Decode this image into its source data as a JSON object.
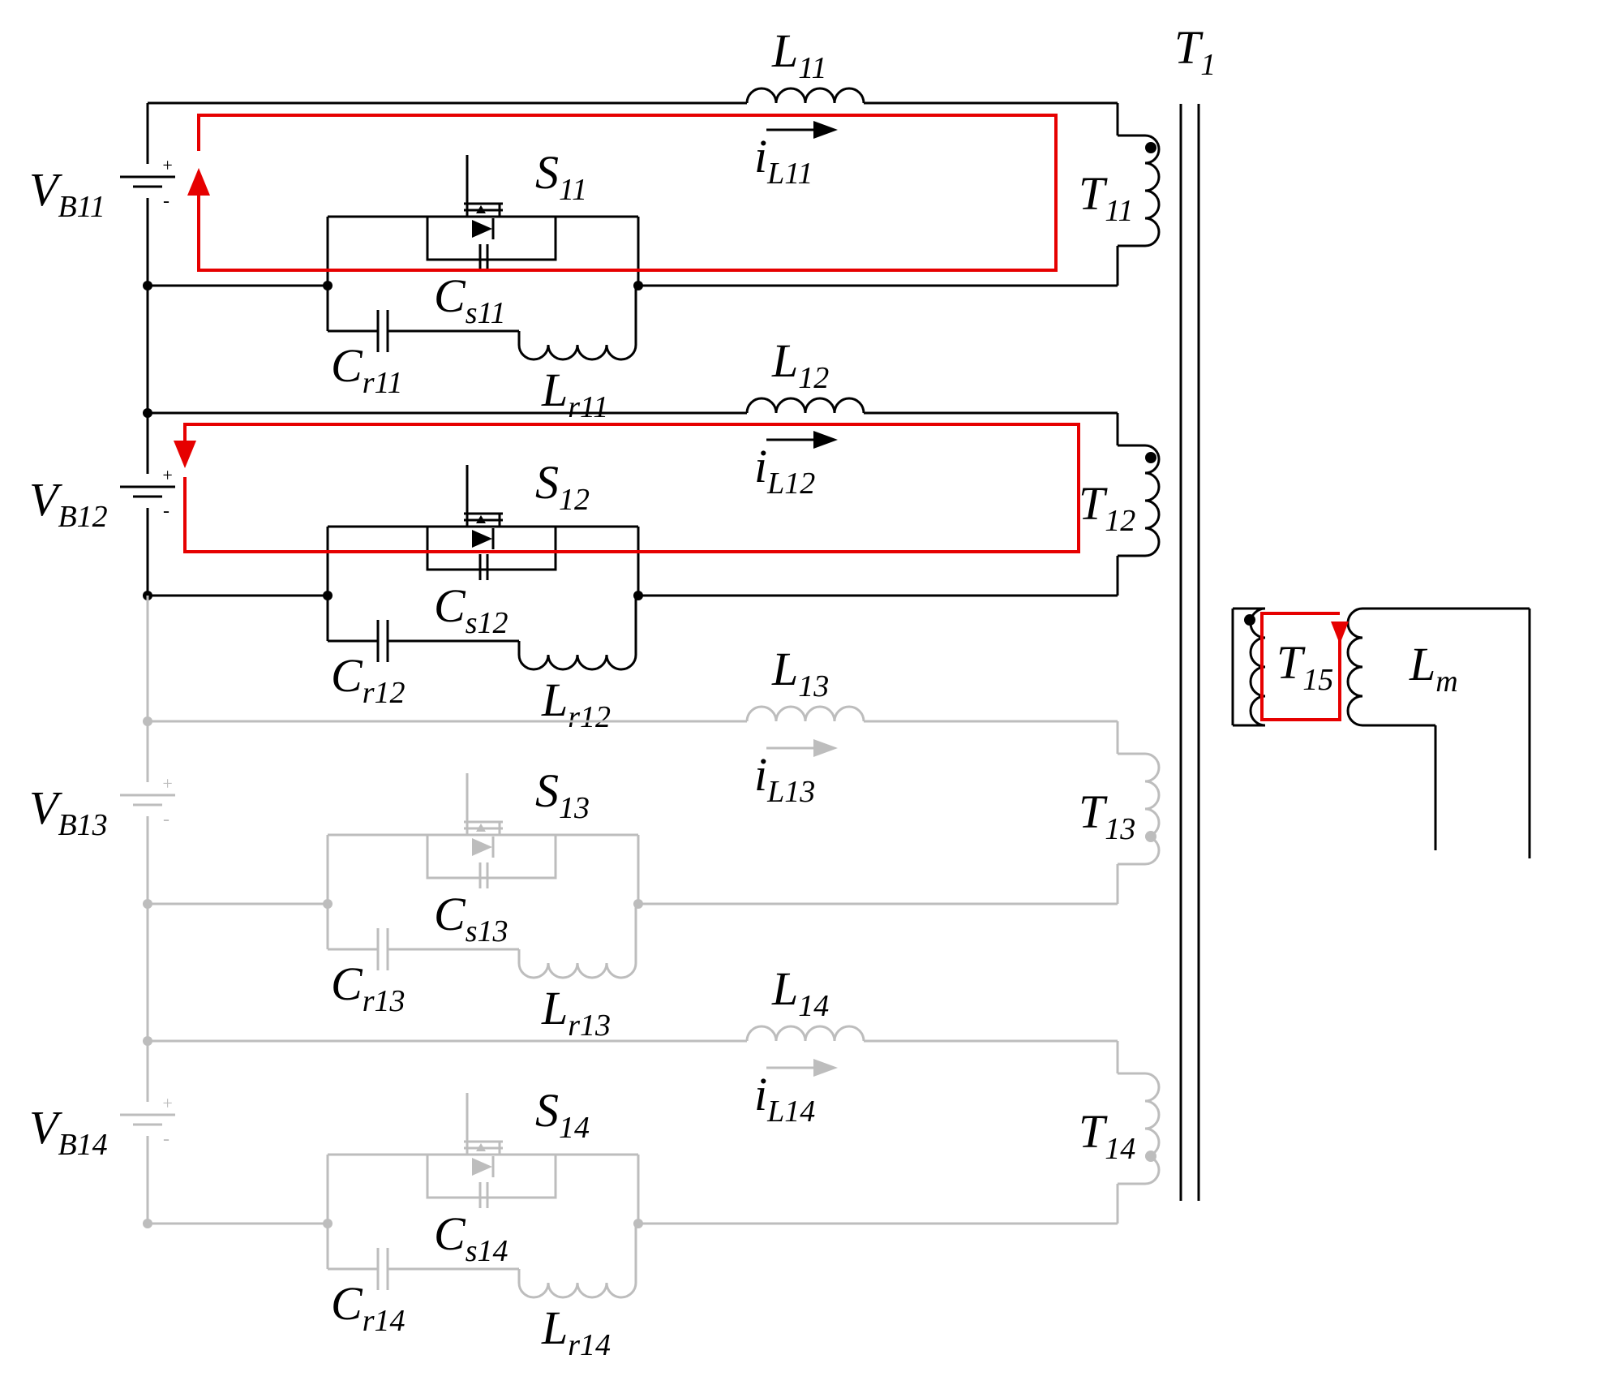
{
  "diagram": {
    "colors": {
      "active": "#000000",
      "inactive": "#bdbdbd",
      "current_path": "#e60000"
    },
    "labels": {
      "T1": {
        "base": "T",
        "sub": "1"
      },
      "Lm": {
        "base": "L",
        "sub": "m"
      },
      "T15": {
        "base": "T",
        "sub": "15"
      }
    },
    "cells": [
      {
        "id": "11",
        "active": true,
        "VB": {
          "base": "V",
          "sub": "B11"
        },
        "L": {
          "base": "L",
          "sub": "11"
        },
        "iL": {
          "base": "i",
          "sub": "L11"
        },
        "S": {
          "base": "S",
          "sub": "11"
        },
        "T": {
          "base": "T",
          "sub": "11"
        },
        "Cs": {
          "base": "C",
          "sub": "s11"
        },
        "Cr": {
          "base": "C",
          "sub": "r11"
        },
        "Lr": {
          "base": "L",
          "sub": "r11"
        }
      },
      {
        "id": "12",
        "active": true,
        "VB": {
          "base": "V",
          "sub": "B12"
        },
        "L": {
          "base": "L",
          "sub": "12"
        },
        "iL": {
          "base": "i",
          "sub": "L12"
        },
        "S": {
          "base": "S",
          "sub": "12"
        },
        "T": {
          "base": "T",
          "sub": "12"
        },
        "Cs": {
          "base": "C",
          "sub": "s12"
        },
        "Cr": {
          "base": "C",
          "sub": "r12"
        },
        "Lr": {
          "base": "L",
          "sub": "r12"
        }
      },
      {
        "id": "13",
        "active": false,
        "VB": {
          "base": "V",
          "sub": "B13"
        },
        "L": {
          "base": "L",
          "sub": "13"
        },
        "iL": {
          "base": "i",
          "sub": "L13"
        },
        "S": {
          "base": "S",
          "sub": "13"
        },
        "T": {
          "base": "T",
          "sub": "13"
        },
        "Cs": {
          "base": "C",
          "sub": "s13"
        },
        "Cr": {
          "base": "C",
          "sub": "r13"
        },
        "Lr": {
          "base": "L",
          "sub": "r13"
        }
      },
      {
        "id": "14",
        "active": false,
        "VB": {
          "base": "V",
          "sub": "B14"
        },
        "L": {
          "base": "L",
          "sub": "14"
        },
        "iL": {
          "base": "i",
          "sub": "L14"
        },
        "S": {
          "base": "S",
          "sub": "14"
        },
        "T": {
          "base": "T",
          "sub": "14"
        },
        "Cs": {
          "base": "C",
          "sub": "s14"
        },
        "Cr": {
          "base": "C",
          "sub": "r14"
        },
        "Lr": {
          "base": "L",
          "sub": "r14"
        }
      }
    ],
    "battery_plus": "+",
    "battery_minus": "-"
  }
}
